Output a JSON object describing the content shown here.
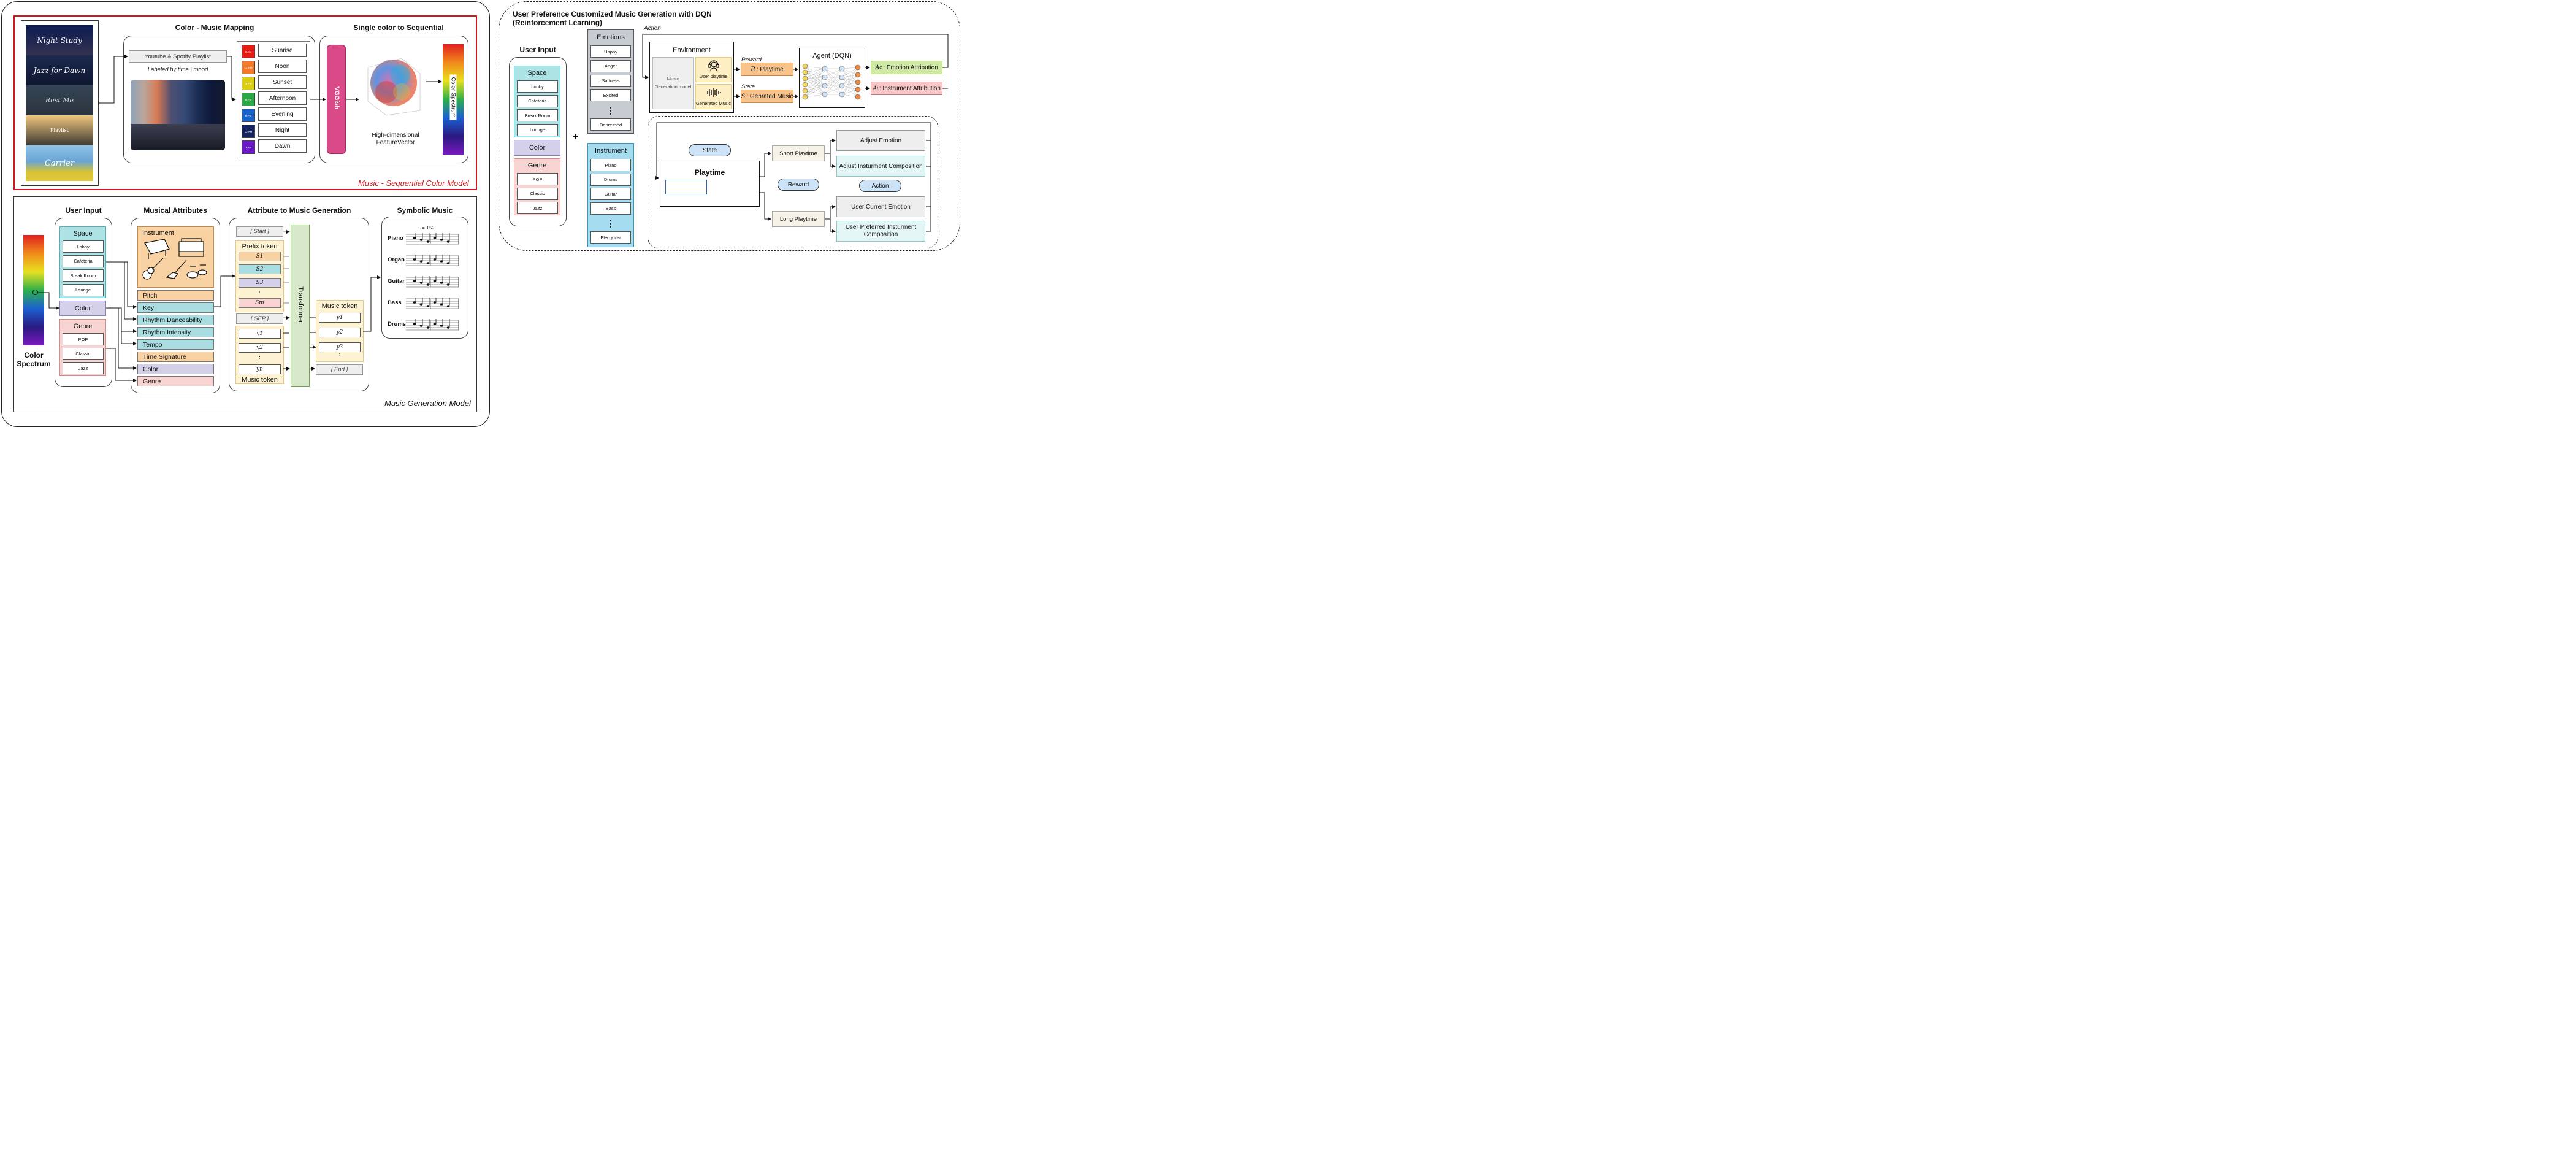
{
  "top_model": {
    "label": "Music - Sequential Color Model",
    "posters": [
      "Night Study",
      "Jazz for Dawn",
      "Rest Me",
      "Playlist",
      "Carrier"
    ],
    "color_music_mapping": {
      "title": "Color - Music Mapping",
      "playlist": "Youtube & Spotify Playlist",
      "labeled_by": "Labeled by time | mood",
      "times": [
        {
          "code": "6 AM",
          "name": "Sunrise",
          "color": "#e51b13"
        },
        {
          "code": "12 PM",
          "name": "Noon",
          "color": "#f3782a"
        },
        {
          "code": "3 PM",
          "name": "Sunset",
          "color": "#dbce12"
        },
        {
          "code": "6 PM",
          "name": "Afternoon",
          "color": "#2aa844"
        },
        {
          "code": "9 PM",
          "name": "Evening",
          "color": "#1662c9"
        },
        {
          "code": "12 AM",
          "name": "Night",
          "color": "#14245e"
        },
        {
          "code": "3 AM",
          "name": "Dawn",
          "color": "#6b18c8"
        }
      ]
    },
    "sequential": {
      "title": "Single color to Sequential",
      "vggish": "VGGish",
      "feature": [
        "High-dimensional",
        "FeatureVector"
      ],
      "spectrum": "Color Spectrum"
    }
  },
  "gen_model": {
    "label": "Music Generation Model",
    "color_spectrum": [
      "Color",
      "Spectrum"
    ],
    "user_input": {
      "title": "User Input",
      "space": "Space",
      "space_items": [
        "Lobby",
        "Cafeteria",
        "Break Room",
        "Lounge"
      ],
      "color": "Color",
      "genre": "Genre",
      "genre_items": [
        "POP",
        "Classic",
        "Jazz"
      ]
    },
    "musical_attributes": {
      "title": "Musical Attributes",
      "instrument": "Instrument",
      "items": [
        {
          "label": "Pitch",
          "color": "#f9d2a4"
        },
        {
          "label": "Key",
          "color": "#a9dde2"
        },
        {
          "label": "Rhythm Danceability",
          "color": "#a9dde2"
        },
        {
          "label": "Rhythm Intensity",
          "color": "#a9dde2"
        },
        {
          "label": "Tempo",
          "color": "#a9dde2"
        },
        {
          "label": "Time Signature",
          "color": "#f9d2a4"
        },
        {
          "label": "Color",
          "color": "#d5d0ea"
        },
        {
          "label": "Genre",
          "color": "#f7d4d2"
        }
      ]
    },
    "attr_to_gen": {
      "title": "Attribute to Music Generation",
      "start": "[ Start ]",
      "prefix": "Prefix token",
      "s_tokens": [
        "S1",
        "S2",
        "S3",
        "⋮",
        "Sm"
      ],
      "sep": "[ SEP ]",
      "y_tokens": [
        "y1",
        "y2",
        "⋮",
        "yn"
      ],
      "music_token": "Music token",
      "transformer": "Transformer",
      "out_title": "Music token",
      "out_tokens": [
        "y1",
        "y2",
        "y3",
        "⋮"
      ],
      "end": "[ End ]"
    },
    "symbolic": {
      "title": "Symbolic Music",
      "tempo": "♩= 152",
      "instruments": [
        "Piano",
        "Organ",
        "Guitar",
        "Bass",
        "Drums"
      ]
    }
  },
  "rl": {
    "title": [
      "User Preference Customized Music Generation with DQN",
      "(Reinforcement Learning)"
    ],
    "user_input": {
      "title": "User Input",
      "space": "Space",
      "space_items": [
        "Lobby",
        "Cafeteria",
        "Break Room",
        "Lounge"
      ],
      "color": "Color",
      "genre": "Genre",
      "genre_items": [
        "POP",
        "Classic",
        "Jazz"
      ]
    },
    "plus": "+",
    "emotions": {
      "title": "Emotions",
      "items": [
        "Happy",
        "Anger",
        "Sadness",
        "Excited",
        "⋮",
        "Depressed"
      ]
    },
    "instrument": {
      "title": "Instrument",
      "items": [
        "Piano",
        "Drums",
        "Guitar",
        "Bass",
        "⋮",
        "Elecguitar"
      ]
    },
    "action": "Action",
    "environment": {
      "title": "Environment",
      "model": [
        "Music",
        "Generation model"
      ],
      "playtime": "User playtime",
      "generated": "Generated Music"
    },
    "reward": {
      "label": "Reward",
      "sym": "R",
      "text": ": Playtime"
    },
    "state": {
      "label": "State",
      "sym": "S",
      "text": ": Genrated Music"
    },
    "agent": "Agent (DQN)",
    "outputs": [
      {
        "sym": "A",
        "sub": "e",
        "text": ": Emotion Attribution"
      },
      {
        "sym": "A",
        "sub": "i",
        "text": ": Instrument Attribution"
      }
    ],
    "lower": {
      "state": "State",
      "playtime": "Playtime",
      "reward": "Reward",
      "action": "Action",
      "short": "Short Playtime",
      "long": "Long Playtime",
      "actions": [
        "Adjust Emotion",
        "Adjust Insturment Composition",
        "User Current Emotion",
        "User Preferred Insturment Composition"
      ]
    }
  },
  "colors": {
    "teal": "#aee3e6",
    "lavender": "#d5d0ea",
    "pink": "#f7d4d2",
    "orange": "#f9d2a4",
    "red_border": "#d0181f",
    "green": "#d7e9c9"
  }
}
